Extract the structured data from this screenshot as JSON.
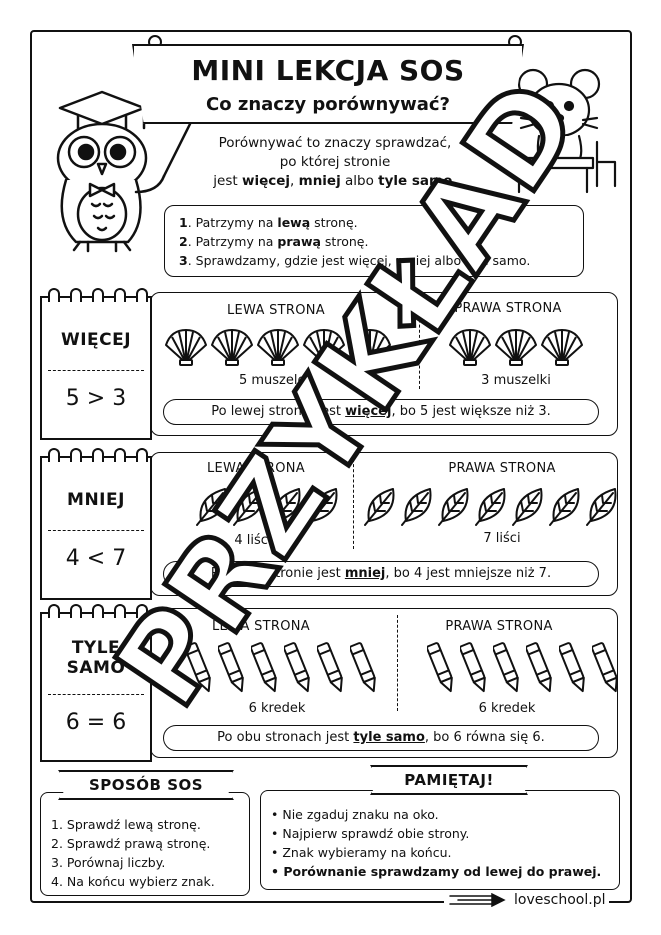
{
  "header": {
    "title": "MINI LEKCJA SOS",
    "subtitle": "Co znaczy porównywać?"
  },
  "intro": {
    "line1": "Porównywać to znaczy sprawdzać,",
    "line2": "po której stronie",
    "line3_pre": "jest ",
    "more": "więcej",
    "sep1": ", ",
    "less": "mniej",
    "sep2": " albo ",
    "same": "tyle samo",
    "end": "."
  },
  "steps": [
    {
      "num": "1",
      "pre": "Patrzymy na ",
      "bold": "lewą",
      "post": " stronę."
    },
    {
      "num": "2",
      "pre": "Patrzymy na ",
      "bold": "prawą",
      "post": " stronę."
    },
    {
      "num": "3",
      "pre": "Sprawdzamy, gdzie jest więcej, mniej albo tyle samo.",
      "bold": "",
      "post": ""
    }
  ],
  "sections": {
    "more": {
      "label": "WIĘCEJ",
      "expr": "5 > 3",
      "left_head": "LEWA STRONA",
      "right_head": "PRAWA STRONA",
      "left_count_text": "5 muszelek",
      "right_count_text": "3 muszelki",
      "left_count": 5,
      "right_count": 3,
      "sentence_pre": "Po lewej stronie jest ",
      "sentence_bold": "więcej",
      "sentence_post": ", bo 5 jest większe niż 3."
    },
    "less": {
      "label": "MNIEJ",
      "expr": "4 < 7",
      "left_head": "LEWA STRONA",
      "right_head": "PRAWA STRONA",
      "left_count_text": "4 liście",
      "right_count_text": "7 liści",
      "left_count": 4,
      "right_count": 7,
      "sentence_pre": "Po lewej stronie jest ",
      "sentence_bold": "mniej",
      "sentence_post": ", bo 4 jest mniejsze niż 7."
    },
    "same": {
      "label_line1": "TYLE",
      "label_line2": "SAMO",
      "expr": "6 = 6",
      "left_head": "LEWA STRONA",
      "right_head": "PRAWA STRONA",
      "left_count_text": "6 kredek",
      "right_count_text": "6 kredek",
      "left_count": 6,
      "right_count": 6,
      "sentence_pre": "Po obu stronach jest ",
      "sentence_bold": "tyle samo",
      "sentence_post": ", bo 6 równa się 6."
    }
  },
  "sposob": {
    "title": "SPOSÓB SOS",
    "items": [
      "1. Sprawdź lewą stronę.",
      "2. Sprawdź prawą stronę.",
      "3. Porównaj liczby.",
      "4. Na końcu wybierz znak."
    ]
  },
  "pamietaj": {
    "title": "PAMIĘTAJ!",
    "items": [
      "Nie zgaduj znaku na oko.",
      "Najpierw sprawdź obie strony.",
      "Znak wybieramy na końcu."
    ],
    "bold_item": "Porównanie sprawdzamy od lewej do prawej."
  },
  "watermark": "PRZYKŁAD",
  "footer": "loveschool.pl",
  "icons": {
    "shell": "shell-icon",
    "leaf": "leaf-icon",
    "crayon": "crayon-icon",
    "owl": "owl-teacher-icon",
    "mouse": "mouse-icon"
  }
}
